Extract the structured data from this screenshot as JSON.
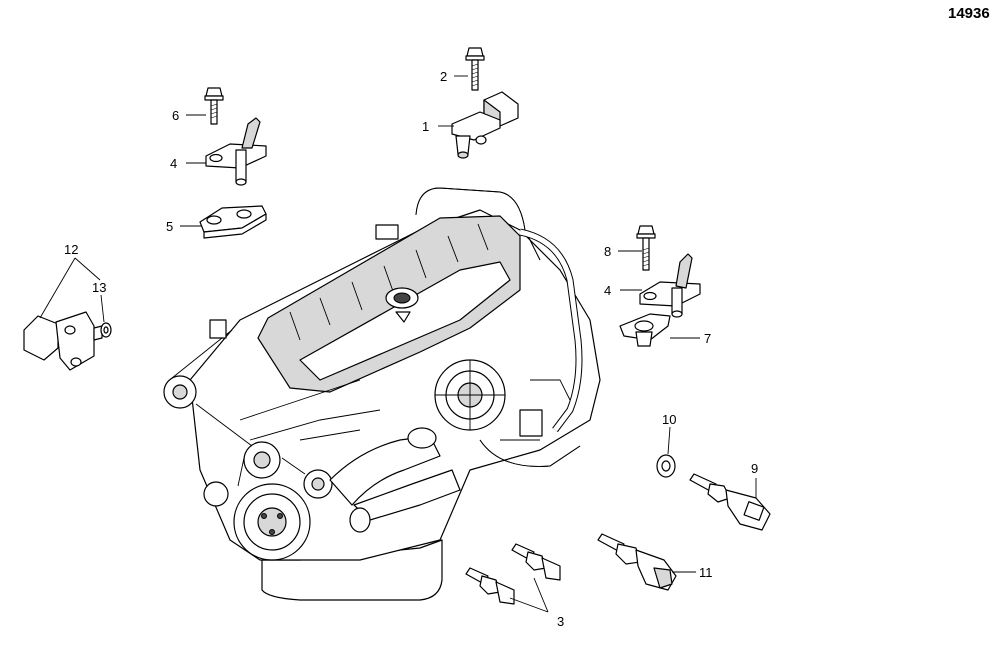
{
  "figure_number": "14936",
  "callouts": {
    "c1": "1",
    "c2": "2",
    "c3": "3",
    "c4a": "4",
    "c4b": "4",
    "c5": "5",
    "c6": "6",
    "c7": "7",
    "c8": "8",
    "c9": "9",
    "c10": "10",
    "c11": "11",
    "c12": "12",
    "c13": "13"
  }
}
